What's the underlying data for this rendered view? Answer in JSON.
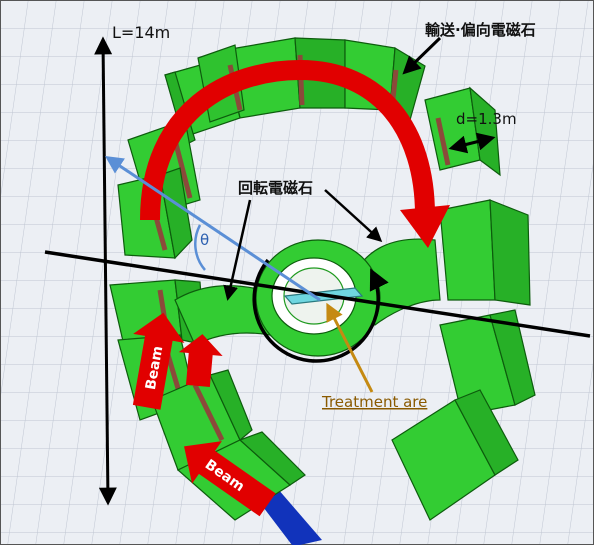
{
  "labels": {
    "length": "L=14m",
    "depth": "d=1.3m",
    "transport_magnet": "輸送·偏向電磁石",
    "rotating_magnet": "回転電磁石",
    "theta": "θ",
    "beam_upper": "Beam",
    "beam_lower": "Beam",
    "treatment": "Treatment are"
  },
  "colors": {
    "magnet_green": "#33cc33",
    "magnet_dark": "#1f9a1f",
    "coil": "#8b4a3a",
    "red_arrow": "#e10000",
    "beam_pipe": "#1133bb",
    "angle_line": "#5b8fd6",
    "treatment_arrow": "#c58a12",
    "grid_bg": "#eceff4",
    "grid_line": "#bfc6d2"
  },
  "icons": {
    "vertical_axis": "double-headed-arrow",
    "depth_marker": "double-headed-arrow",
    "transport_pointer": "arrow-pointer",
    "rotation": "curved-rotation-arrow",
    "beam_direction": "red-block-arrow"
  }
}
